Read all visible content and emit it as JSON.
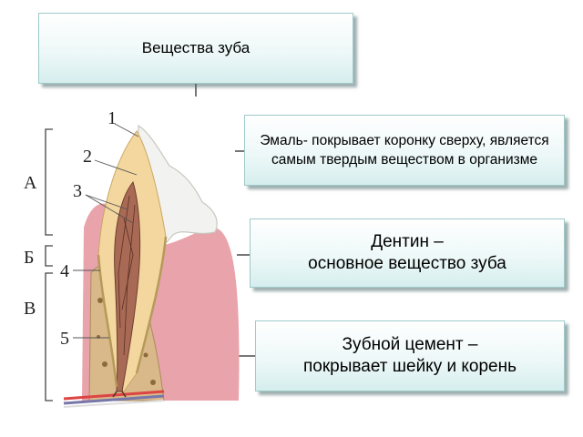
{
  "title": "Вещества зуба",
  "enamel": {
    "text": "Эмаль- покрывает коронку сверху, является самым твердым веществом в организме"
  },
  "dentin": {
    "line1": "Дентин –",
    "line2": "основное вещество зуба"
  },
  "cement": {
    "line1": "Зубной цемент –",
    "line2": "покрывает шейку и корень"
  },
  "diagram": {
    "numbers": [
      "1",
      "2",
      "3",
      "4",
      "5"
    ],
    "regions": [
      "А",
      "Б",
      "В"
    ]
  },
  "colors": {
    "box_border": "#9fc9c9",
    "connector": "#777777",
    "gum": "#e9a3ab",
    "enamel": "#f2f2f0",
    "dentin": "#f3d79e",
    "pulp": "#a86a55",
    "bone": "#d9b98a"
  }
}
